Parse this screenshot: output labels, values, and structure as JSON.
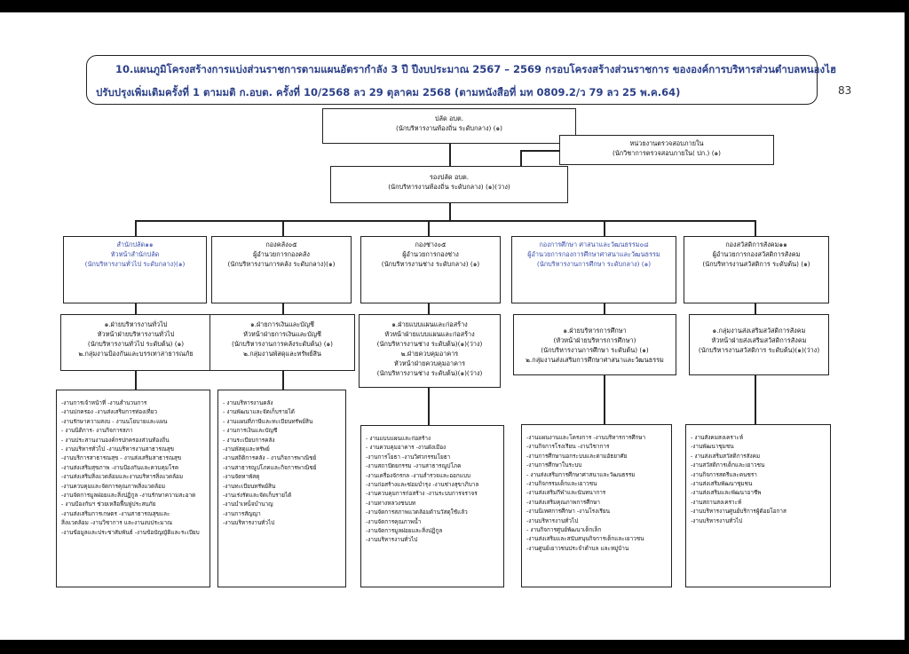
{
  "title": {
    "line1": "10.แผนภูมิโครงสร้างการแบ่งส่วนราชการตามแผนอัตรากำลัง 3 ปี ปีงบประมาณ 2567 – 2569 กรอบโครงสร้างส่วนราชการ  ขององค์การบริหารส่วนตำบลหนองไฮ",
    "line2": "ปรับปรุงเพิ่มเติมครั้งที่ 1 ตามมติ ก.อบต. ครั้งที่ 10/2568 ลว 29 ตุลาคม 2568 (ตามหนังสือที่ มท 0809.2/ว 79 ลว 25 พ.ค.64)",
    "page_number": "83"
  },
  "top": {
    "chief": [
      "ปลัด อบต.",
      "(นักบริหารงานท้องถิ่น ระดับกลาง) (๑)"
    ],
    "audit": [
      "หน่วยงานตรวจสอบภายใน",
      "(นักวิชาการตรวจสอบภายใน( ปก.) (๑)"
    ],
    "deputy": [
      "รองปลัด อบต.",
      "(นักบริหารงานท้องถิ่น ระดับกลาง) (๑)(ว่าง)"
    ]
  },
  "divisions": [
    {
      "head": [
        "สำนักปลัด๑๑",
        "หัวหน้าสำนักปลัด",
        "(นักบริหารงานทั่วไป ระดับกลาง)(๑)"
      ],
      "sub": [
        "๑.ฝ่ายบริหารงานทั่วไป",
        "หัวหน้าฝ่ายบริหารงานทั่วไป",
        "(นักบริหารงานทั่วไป ระดับต้น) (๑)",
        "๒.กลุ่มงานป้องกันและบรรเทาสาธารณภัย"
      ],
      "tasks": [
        "-งานการเจ้าหน้าที่ -งานสำนวนการ",
        "-งานปกครอง -งานส่งเสริมการท่องเที่ยว",
        "-งานรักษาความสงบ - งานนโยบายและแผน",
        "- งานนิติการ- งานกิจการสภา",
        "- งานประสานงานองค์กรปกครองส่วนท้องถิ่น",
        "- งานบริหารทั่วไป -งานบริหารงานสาธารณสุข",
        "-งานบริการสาธารณสุข - งานส่งเสริมสาธารณสุข",
        "-งานส่งเสริมสุขภาพ -งานป้องกันและควบคุมโรค",
        "-งานส่งเสริมสิ่งแวดล้อมและงานบริหารสิ่งแวดล้อม",
        "-งานควบคุมและจัดการคุณภาพสิ่งแวดล้อม",
        "-งานจัดการมูลฝอยและสิ่งปฏิกูล -งานรักษาความสะอาด",
        "- งานป้องกันฯ ช่วยเหลือฟื้นฟูประสบภัย",
        "-งานส่งเสริมการเกษตร -งานสาธารณสุขและ",
        "สิ่งแวดล้อม -งานวิชาการ และงานงบประมาณ",
        "-งานข้อมูลและประชาสัมพันธ์ -งานข้อบัญญัติและระเบียบ"
      ]
    },
    {
      "head": [
        "กองคลัง๐๕",
        "ผู้อำนวยการกองคลัง",
        "(นักบริหารงานการคลัง ระดับกลาง)(๑)"
      ],
      "sub": [
        "๑.ฝ่ายการเงินและบัญชี",
        "หัวหน้าฝ่ายการเงินและบัญชี",
        "(นักบริหารงานการคลังระดับต้น) (๑)",
        "๒.กลุ่มงานพัสดุและทรัพย์สิน"
      ],
      "tasks": [
        "- งานบริหารงานคลัง",
        "- งานพัฒนาและจัดเก็บรายได้",
        "- งานแผนที่ภาษีและทะเบียนทรัพย์สิน",
        "- งานการเงินและบัญชี",
        "- งานระเบียบการคลัง",
        "-งานพัสดุและทรัพย์",
        "-งานสถิติการคลัง - งานกิจการพาณิชย์",
        "-งานสาธารณูปโภคและกิจการพาณิชย์",
        "-งานจัดหาพัสดุ",
        "-งานทะเบียนทรัพย์สิน",
        "-งานเร่งรัดและจัดเก็บรายได้",
        "-งานบำเหน็จบำนาญ",
        "-งานการสัญญา",
        "-งานบริหารงานทั่วไป"
      ]
    },
    {
      "head": [
        "กองช่าง๐๕",
        "ผู้อำนวยการกองช่าง",
        "(นักบริหารงานช่าง ระดับกลาง) (๑)"
      ],
      "sub": [
        "๑.ฝ่ายแบบแผนและก่อสร้าง",
        "หัวหน้าฝ่ายแบบแผนและก่อสร้าง",
        "(นักบริหารงานช่าง ระดับต้น)(๑)(ว่าง)",
        "๒.ฝ่ายควบคุมอาคาร",
        "หัวหน้าฝ่ายควบคุมอาคาร",
        "(นักบริหารงานช่าง ระดับต้น)(๑)(ว่าง)"
      ],
      "tasks": [
        "- งานแบบแผนและก่อสร้าง",
        "- งานควบคุมอาคาร -งานผังเมือง",
        "-งานการโยธา -งานวิศวกรรมโยธา",
        "-งานสถาปัตยกรรม -งานสาธารณูปโภค",
        "-งานเครื่องจักรกล -งานสำรวจและออกแบบ",
        "-งานก่อสร้างและซ่อมบำรุง -งานช่างสุขาภิบาล",
        "-งานควบคุมการก่อสร้าง -งานระบบการจราจร",
        "-งานทางหลวงชนบท",
        "-งานจัดการสภาพแวดล้อมด้านวัสดุใช้แล้ว",
        "-งานจัดการคุณภาพน้ำ",
        "-งานจัดการมูลฝอยและสิ่งปฏิกูล",
        "-งานบริหารงานทั่วไป"
      ]
    },
    {
      "head": [
        "กองการศึกษา ศาสนาและวัฒนธรรม๐๘",
        "ผู้อำนวยการกองการศึกษาศาสนาและวัฒนธรรม",
        "(นักบริหารงานการศึกษา ระดับกลาง) (๑)"
      ],
      "sub": [
        "๑.ฝ่ายบริหารการศึกษา",
        "(หัวหน้าฝ่ายบริหารการศึกษา)",
        "(นักบริหารงานการศึกษา ระดับต้น) (๑)",
        "๒.กลุ่มงานส่งเสริมการศึกษาศาสนาและวัฒนธรรม"
      ],
      "tasks": [
        "-งานแผนงานและโครงการ -งานบริหารการศึกษา",
        "-งานกิจการโรงเรียน -งานวิชาการ",
        "-งานการศึกษานอกระบบและตามอัธยาศัย",
        "-งานการศึกษาในระบบ",
        "- งานส่งเสริมการศึกษาศาสนาและวัฒนธรรม",
        "-งานกิจกรรมเด็กและเยาวชน",
        "-งานส่งเสริมกีฬาและนันทนาการ",
        "-งานส่งเสริมคุณภาพการศึกษา",
        "-งานนิเทศการศึกษา -งานโรงเรียน",
        "-งานบริหารงานทั่วไป",
        "- งานกิจการศูนย์พัฒนาเด็กเล็ก",
        "-งานส่งเสริมและสนับสนุนกิจการเด็กและเยาวชน",
        "-งานศูนย์เยาวชนประจำตำบล และหมู่บ้าน"
      ]
    },
    {
      "head": [
        "กองสวัสดิการสังคม๑๑",
        "ผู้อำนวยการกองสวัสดิการสังคม",
        "(นักบริหารงานสวัสดิการ ระดับต้น) (๑)"
      ],
      "sub": [
        "๑.กลุ่มงานส่งเสริมสวัสดิการสังคม",
        "หัวหน้าฝ่ายส่งเสริมสวัสดิการสังคม",
        "(นักบริหารงานสวัสดิการ ระดับต้น)(๑)(ว่าง)"
      ],
      "tasks": [
        "- งานสังคมสงเคราะห์",
        "-งานพัฒนาชุมชน",
        "- งานส่งเสริมสวัสดิการสังคม",
        "-งานสวัสดิการเด็กและเยาวชน",
        "-งานกิจการสตรีและคนชรา",
        "-งานส่งเสริมพัฒนาชุมชน",
        "-งานส่งเสริมและพัฒนาอาชีพ",
        "-งานสถานสงเคราะห์",
        "-งานบริหารงานศูนย์บริการผู้ด้อยโอกาส",
        "-งานบริหารงานทั่วไป"
      ]
    }
  ]
}
